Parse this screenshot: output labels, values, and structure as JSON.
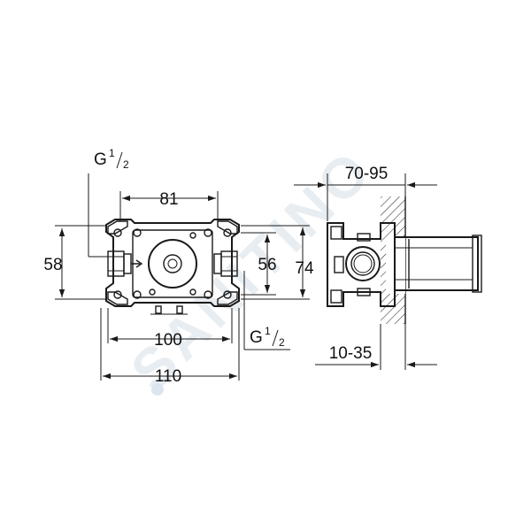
{
  "watermark": {
    "text": "SANITINO",
    "color": "#e8edf2"
  },
  "front_view": {
    "top_thread": {
      "base": "G",
      "num": "1",
      "den": "2"
    },
    "bottom_thread": {
      "base": "G",
      "num": "1",
      "den": "2"
    },
    "dim_top_width": "81",
    "dim_left_height": "58",
    "dim_right_inner": "56",
    "dim_right_outer": "74",
    "dim_bottom_inner": "100",
    "dim_bottom_outer": "110"
  },
  "side_view": {
    "dim_depth_top": "70-95",
    "dim_depth_bottom": "10-35"
  },
  "colors": {
    "line": "#1a1a1a",
    "background": "#ffffff"
  }
}
